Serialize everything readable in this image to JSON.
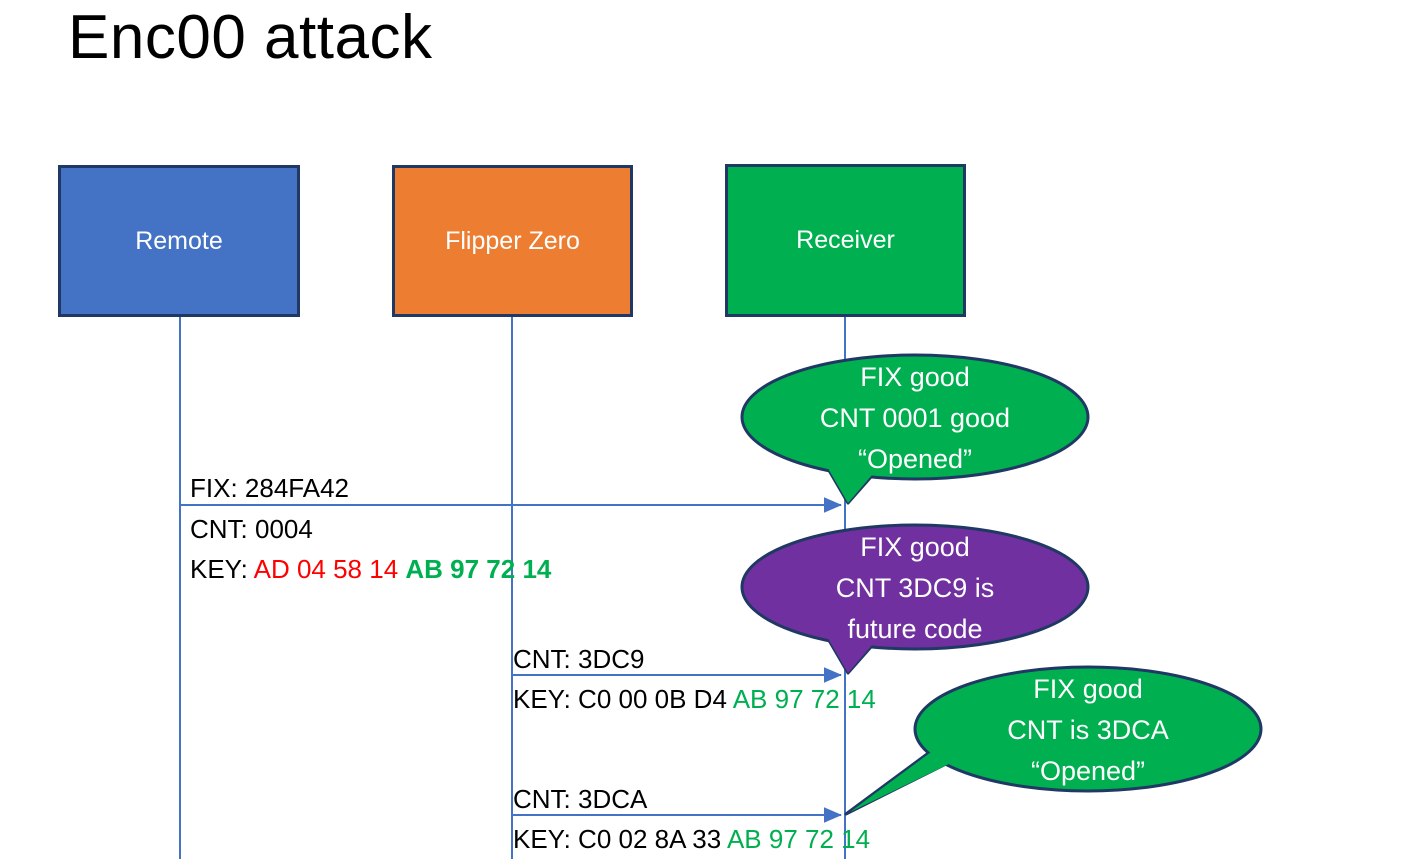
{
  "slide": {
    "title": "Enc00 attack",
    "background": "#ffffff"
  },
  "colors": {
    "remote_blue": "#4472C4",
    "flipper_orange": "#ED7D31",
    "receiver_green": "#00B050",
    "bubble_purple": "#7030A0",
    "outline_navy": "#1F3864",
    "lifeline_blue": "#4472C4",
    "hex_red": "#FF0000",
    "hex_green": "#00B050",
    "text_black": "#000000"
  },
  "actors": [
    {
      "id": "remote",
      "label": "Remote",
      "color": "#4472C4"
    },
    {
      "id": "flipper",
      "label": "Flipper Zero",
      "color": "#ED7D31"
    },
    {
      "id": "receiver",
      "label": "Receiver",
      "color": "#00B050"
    }
  ],
  "messages": [
    {
      "id": "msg1",
      "from": "remote",
      "to": "receiver",
      "line1": "FIX: 284FA42",
      "line2": "CNT: 0004",
      "key_label": "KEY: ",
      "key_red": "AD 04 58 14 ",
      "key_green": "AB 97 72 14"
    },
    {
      "id": "msg2",
      "from": "flipper",
      "to": "receiver",
      "line1": "CNT: 3DC9",
      "key_label": "KEY: C0 00 0B D4 ",
      "key_green": "AB 97 72 14"
    },
    {
      "id": "msg3",
      "from": "flipper",
      "to": "receiver",
      "line1": "CNT: 3DCA",
      "key_label": "KEY: C0 02 8A 33 ",
      "key_green": "AB 97 72 14"
    }
  ],
  "bubbles": [
    {
      "id": "bubble1",
      "color": "#00B050",
      "line1": "FIX good",
      "line2": "CNT 0001 good",
      "line3": "“Opened”"
    },
    {
      "id": "bubble2",
      "color": "#7030A0",
      "line1": "FIX good",
      "line2": "CNT 3DC9 is",
      "line3": "future code"
    },
    {
      "id": "bubble3",
      "color": "#00B050",
      "line1": "FIX good",
      "line2": "CNT is 3DCA",
      "line3": "“Opened”"
    }
  ]
}
